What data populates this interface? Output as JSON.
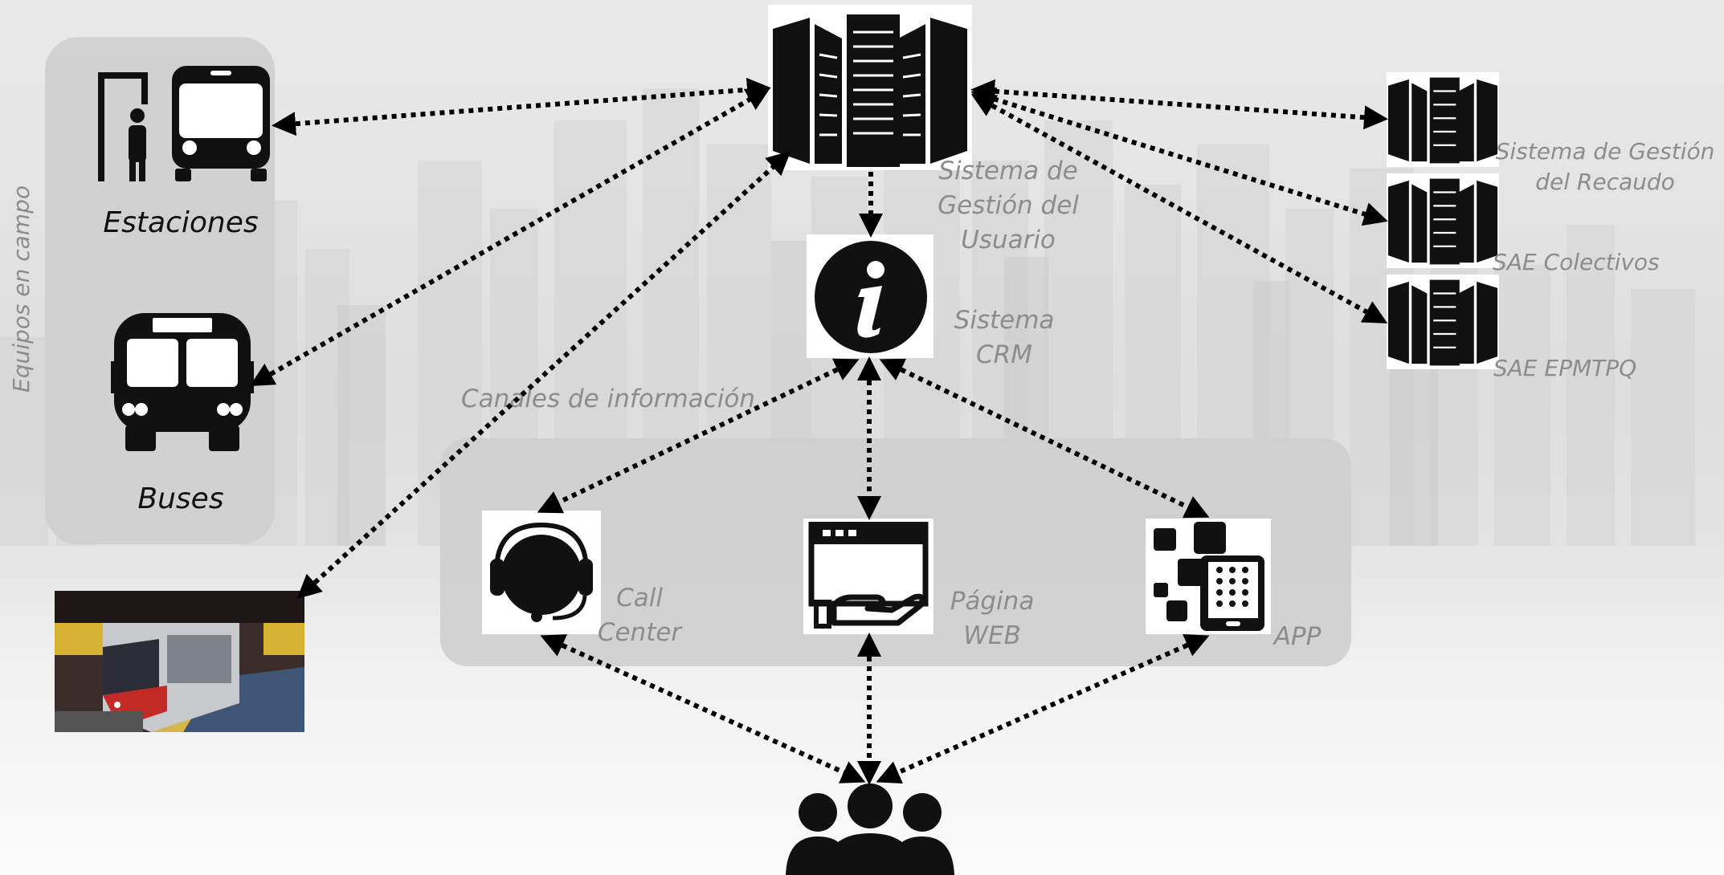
{
  "field": {
    "vertical_label": "Equipos en campo",
    "stations_label": "Estaciones",
    "buses_label": "Buses"
  },
  "central": {
    "user_system_label_lines": [
      "Sistema de",
      "Gestión del",
      "Usuario"
    ],
    "crm_label_lines": [
      "Sistema",
      "CRM"
    ]
  },
  "external_systems": [
    {
      "label_lines": [
        "Sistema de Gestión",
        "del Recaudo"
      ]
    },
    {
      "label_lines": [
        "SAE Colectivos"
      ]
    },
    {
      "label_lines": [
        "SAE EPMTPQ"
      ]
    }
  ],
  "channels": {
    "title": "Canales de información",
    "items": [
      {
        "label_lines": [
          "Call",
          "Center"
        ],
        "icon": "headset-icon"
      },
      {
        "label_lines": [
          "Página",
          "WEB"
        ],
        "icon": "web-page-icon"
      },
      {
        "label_lines": [
          "APP"
        ],
        "icon": "mobile-app-icon"
      }
    ]
  },
  "colors": {
    "panel": "#cfcfcf",
    "label_gray": "#8c8c8c",
    "icon": "#111111",
    "connector": "#000000"
  }
}
